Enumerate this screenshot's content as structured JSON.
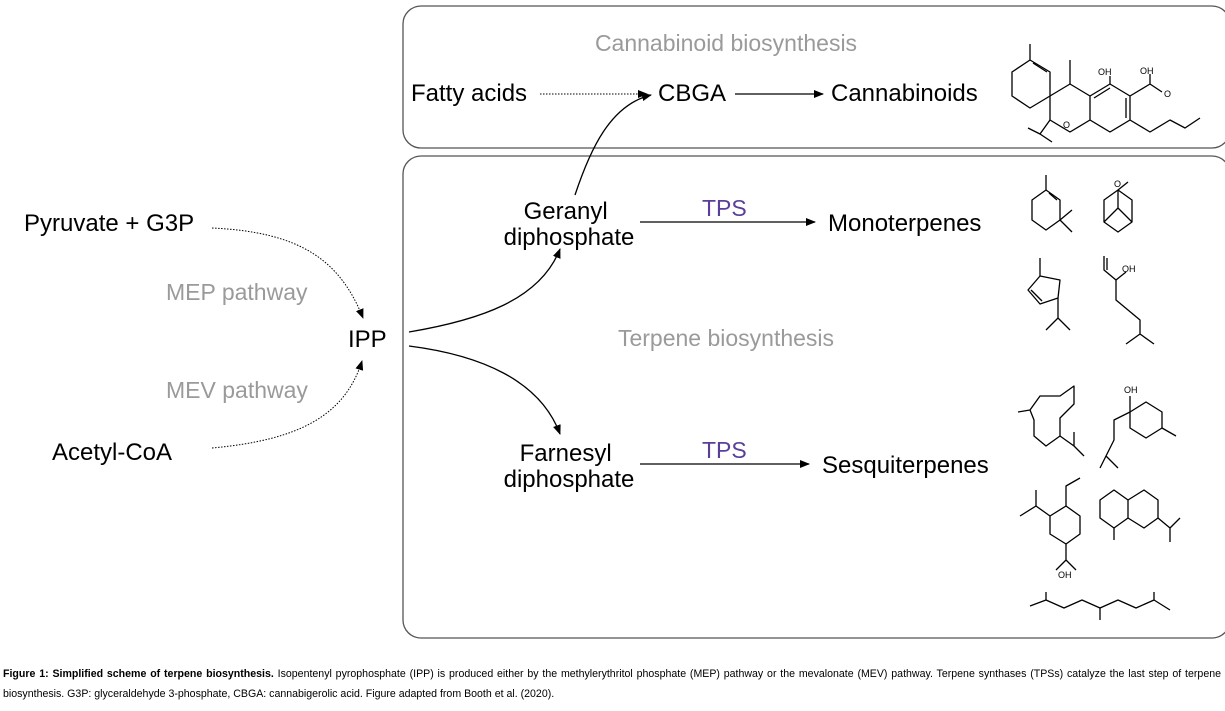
{
  "regions": {
    "cannabinoid": "Cannabinoid biosynthesis",
    "terpene": "Terpene biosynthesis"
  },
  "nodes": {
    "fatty_acids": "Fatty acids",
    "cbga": "CBGA",
    "cannabinoids": "Cannabinoids",
    "pyruvate": "Pyruvate + G3P",
    "acetyl": "Acetyl-CoA",
    "ipp": "IPP",
    "geranyl_l1": "Geranyl",
    "geranyl_l2": "diphosphate",
    "farnesyl_l1": "Farnesyl",
    "farnesyl_l2": "diphosphate",
    "monoterpenes": "Monoterpenes",
    "sesquiterpenes": "Sesquiterpenes"
  },
  "pathways": {
    "mep": "MEP pathway",
    "mev": "MEV pathway"
  },
  "enzymes": {
    "tps_mono": "TPS",
    "tps_sesqui": "TPS"
  },
  "atom_labels": {
    "thc_oh": "OH",
    "cbga_oh": "OH",
    "carboxyl_o": "O",
    "ring_o": "O",
    "camphor_o": "O",
    "linalool_oh": "OH",
    "bisabolol_oh": "OH",
    "eudesmol_oh": "OH"
  },
  "caption": {
    "title": "Figure 1: Simplified scheme of terpene biosynthesis.",
    "body": " Isopentenyl pyrophosphate (IPP) is produced either by the methylerythritol phosphate (MEP) pathway or the mevalonate (MEV) pathway. Terpene synthases (TPSs) catalyze the last step of terpene biosynthesis. G3P: glyceraldehyde 3-phosphate, CBGA: cannabigerolic acid. Figure adapted from Booth et al. (2020)."
  },
  "colors": {
    "region_label": "#9a9a9a",
    "enzyme_label": "#5a3f9a",
    "box_border": "#555555"
  }
}
